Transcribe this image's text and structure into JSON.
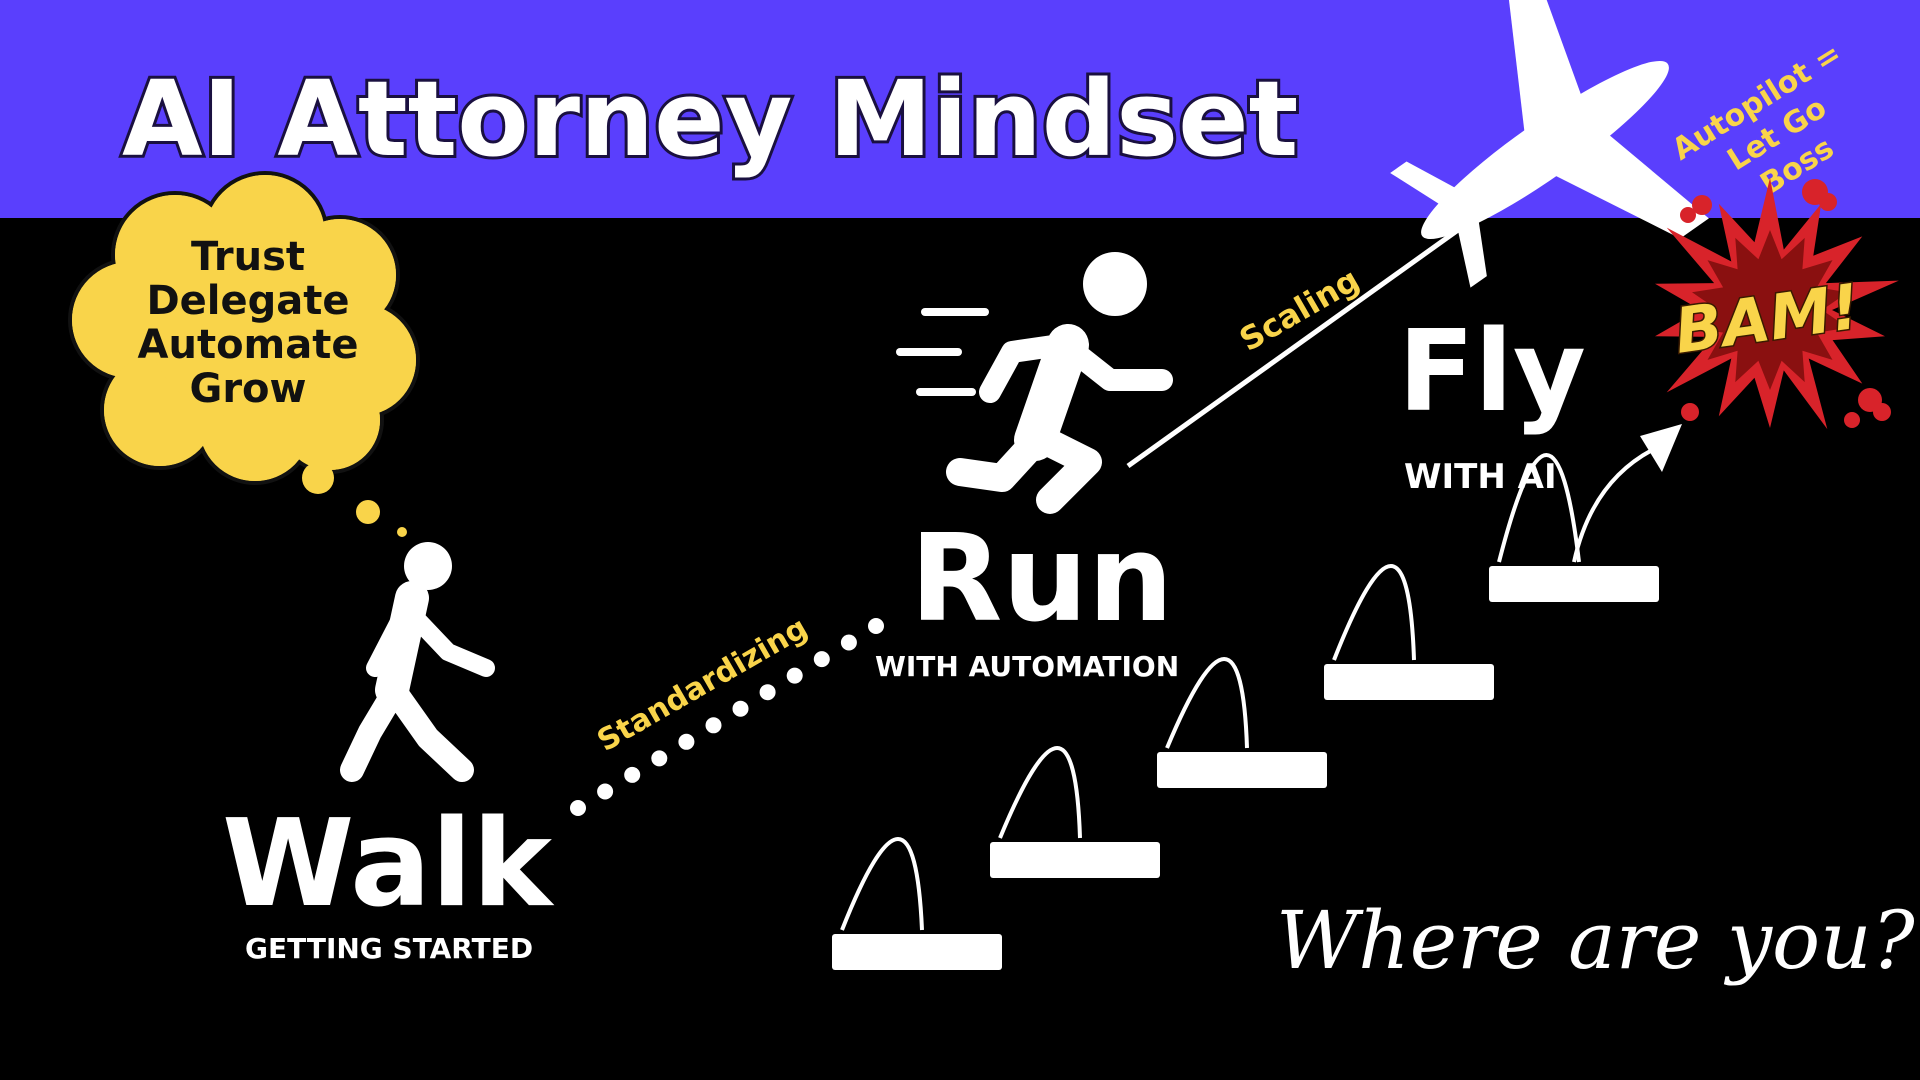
{
  "header": {
    "title": "AI Attorney Mindset",
    "background_color": "#5a3ffd"
  },
  "thought_bubble": {
    "lines": [
      "Trust",
      "Delegate",
      "Automate",
      "Grow"
    ],
    "color": "#f9d44a"
  },
  "stages": {
    "walk": {
      "label": "Walk",
      "sublabel": "GETTING STARTED",
      "icon": "walking-person-icon"
    },
    "run": {
      "label": "Run",
      "sublabel": "WITH AUTOMATION",
      "icon": "running-person-icon"
    },
    "fly": {
      "label": "Fly",
      "sublabel": "WITH AI",
      "icon": "airplane-icon"
    }
  },
  "transitions": {
    "standardizing": "Standardizing",
    "scaling": "Scaling"
  },
  "autopilot": {
    "lines": [
      "Autopilot =",
      "Let Go",
      "Boss"
    ]
  },
  "bam": {
    "text": "BAM!",
    "icon": "explosion-burst-icon"
  },
  "question": "Where are you?",
  "colors": {
    "accent_yellow": "#f9d44a",
    "background": "#000000",
    "white": "#ffffff",
    "burst_red": "#d8232a"
  }
}
